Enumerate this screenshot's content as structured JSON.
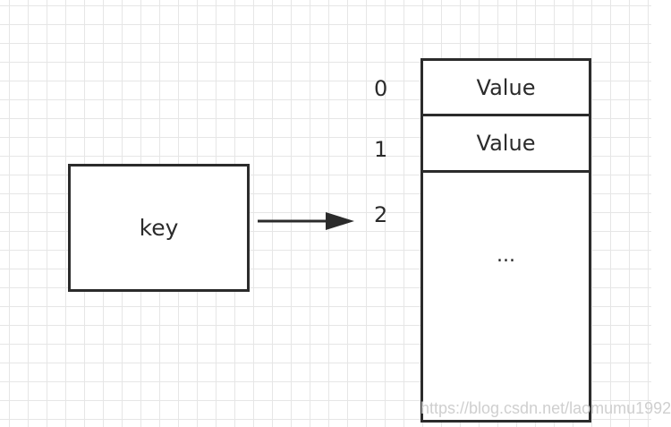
{
  "diagram": {
    "key_label": "key",
    "array": {
      "cells": [
        {
          "index": "0",
          "label": "Value"
        },
        {
          "index": "1",
          "label": "Value"
        }
      ],
      "rest_index": "2",
      "rest_label": "..."
    }
  },
  "watermark": "https://blog.csdn.net/laomumu1992",
  "colors": {
    "stroke": "#2b2b2b",
    "grid": "#e6e6e6",
    "background": "#ffffff",
    "watermark": "#cfcfcf"
  }
}
